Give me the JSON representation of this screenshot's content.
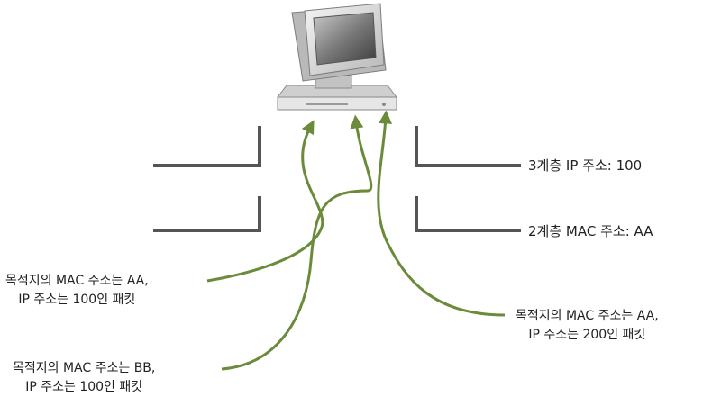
{
  "layers": {
    "l3": "3계층 IP 주소: 100",
    "l2": "2계층 MAC 주소: AA"
  },
  "packets": [
    {
      "line1": "목적지의 MAC 주소는 AA,",
      "line2": "IP 주소는 100인 패킷"
    },
    {
      "line1": "목적지의 MAC 주소는 AA,",
      "line2": "IP 주소는 200인 패킷"
    },
    {
      "line1": "목적지의 MAC 주소는 BB,",
      "line2": "IP 주소는 100인 패킷"
    }
  ],
  "colors": {
    "arrow": "#6b8a3a",
    "filter": "#555555",
    "text": "#222222"
  },
  "icons": {
    "computer": "crt-computer-icon"
  }
}
